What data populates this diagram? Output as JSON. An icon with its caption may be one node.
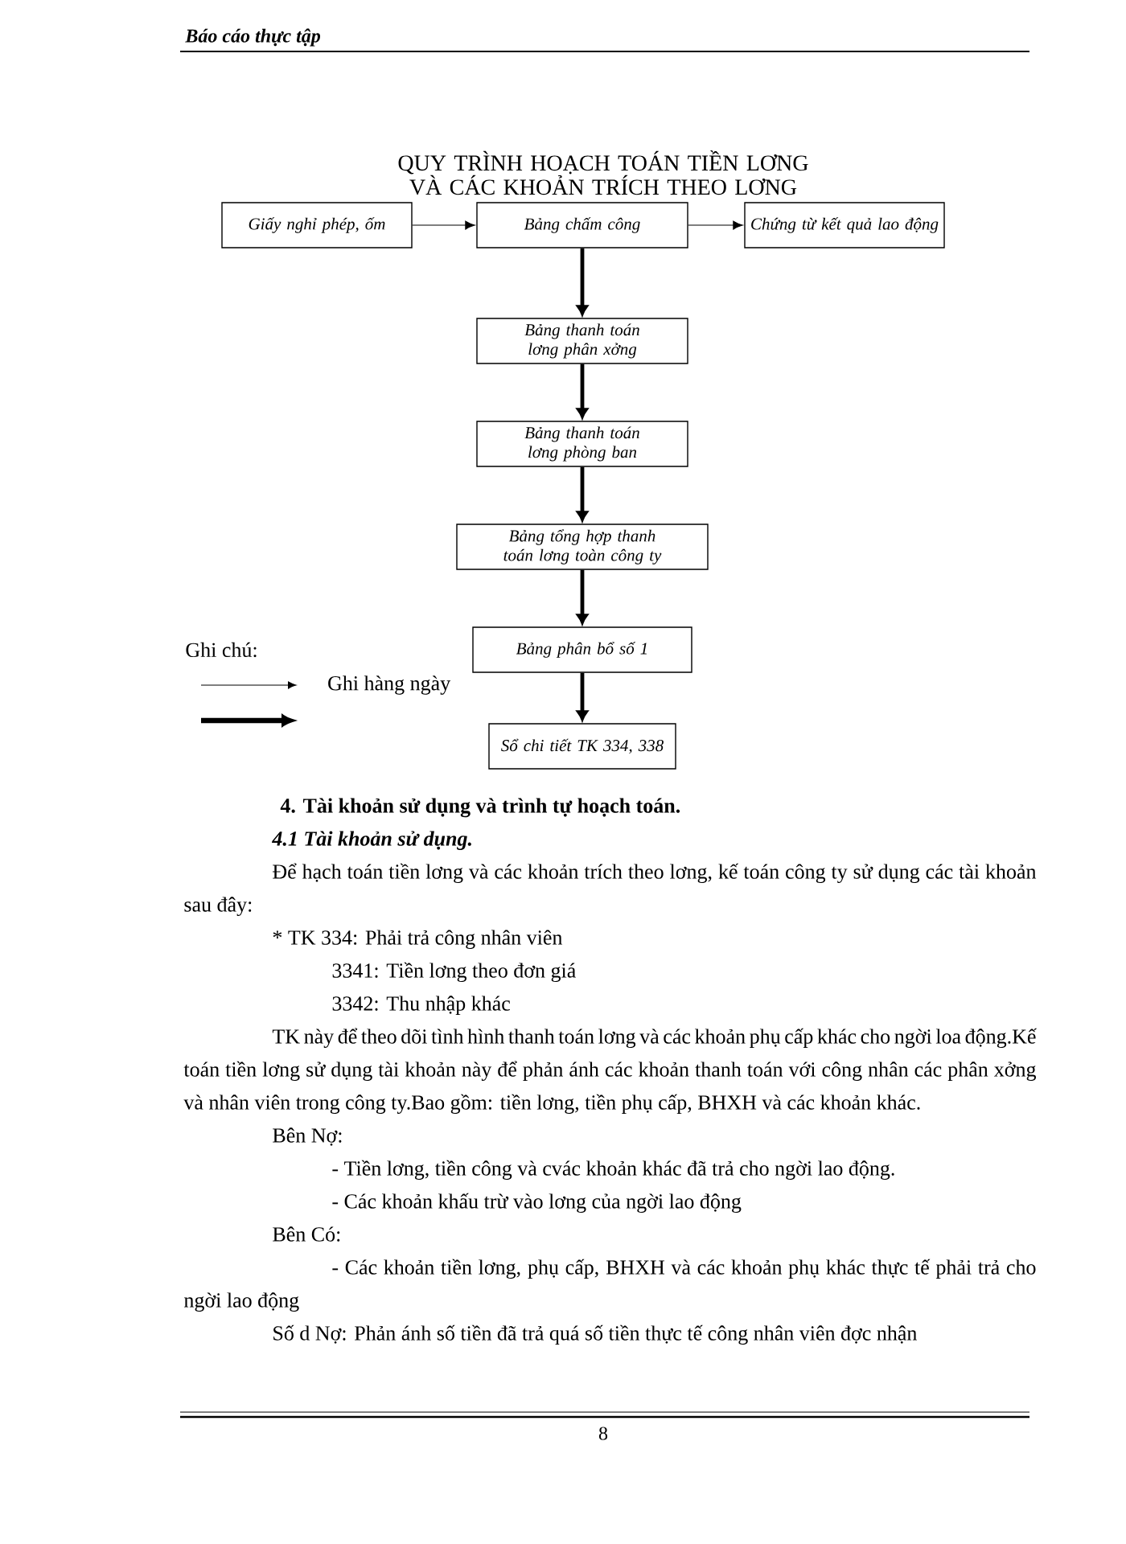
{
  "diagram": {
    "title": "QUY TRÌNH HOẠCH TOÁN TIỀN LƠNG VÀ CÁC KHOẢN TRÍCH THEO LƠNG",
    "nodes": [
      {
        "text": [
          "Giấy nghỉ phép, ốm"
        ]
      },
      {
        "text": [
          "Bảng chấm công"
        ]
      },
      {
        "text": [
          "Chứng từ kết quả lao động"
        ]
      },
      {
        "text": [
          "Bảng thanh toán lơng phân xởng"
        ]
      },
      {
        "text": [
          "Bảng thanh toán lơng phòng ban"
        ]
      },
      {
        "text": [
          "Bảng tổng hợp thanh toán lơng toàn công ty"
        ]
      },
      {
        "text": [
          "Bảng phân bổ số 1"
        ]
      },
      {
        "text": [
          "Sổ chi tiết TK 334, 338"
        ]
      }
    ],
    "edges": [
      {
        "from": 0,
        "to": 1,
        "arrow": "to"
      },
      {
        "from": 1,
        "to": 2,
        "arrow": "to"
      },
      {
        "from": 1,
        "to": 3,
        "arrow": "to"
      },
      {
        "from": 3,
        "to": 4,
        "arrow": "to"
      },
      {
        "from": 4,
        "to": 5,
        "arrow": "to"
      },
      {
        "from": 5,
        "to": 6,
        "arrow": "to"
      },
      {
        "from": 6,
        "to": 7,
        "arrow": "to"
      }
    ],
    "labels": [
      "Báo cáo thực tập",
      "Ghi chú:",
      "4. Tài khoản sử dụng và trình tự hoạch toán.",
      "4.1 Tài khoản sử dụng.",
      "Để hạch toán tiền lơng và các khoản trích theo lơng, kế toán công ty sử dụng các tài khoản sau đây:",
      "* TK 334: Phải trả công nhân viên",
      "3341: Tiền lơng theo đơn giá",
      "3342: Thu nhập khác",
      "TK này để theo dõi tình hình thanh toán lơng và các khoản phụ cấp khác cho ngời loa động.Kế toán tiền lơng sử dụng tài khoản này để phản ánh các khoản thanh toán với công nhân các phân xởng và nhân viên trong công ty.Bao gồm: tiền lơng, tiền phụ cấp, BHXH và các khoản khác.",
      "Bên Nợ:",
      "- Tiền lơng, tiền công và cvác khoản khác đã trả cho ngời lao động.",
      "- Các khoản khấu trừ vào lơng của ngời lao động",
      "Bên Có:",
      "- Các khoản tiền lơng, phụ cấp, BHXH và các khoản phụ khác thực tế phải trả cho ngời lao động",
      "Số d Nợ: Phản ánh số tiền đã trả quá số tiền thực tế công nhân viên đợc nhận",
      "8"
    ],
    "legend": [
      {
        "text": "Ghi hàng ngày"
      }
    ]
  }
}
